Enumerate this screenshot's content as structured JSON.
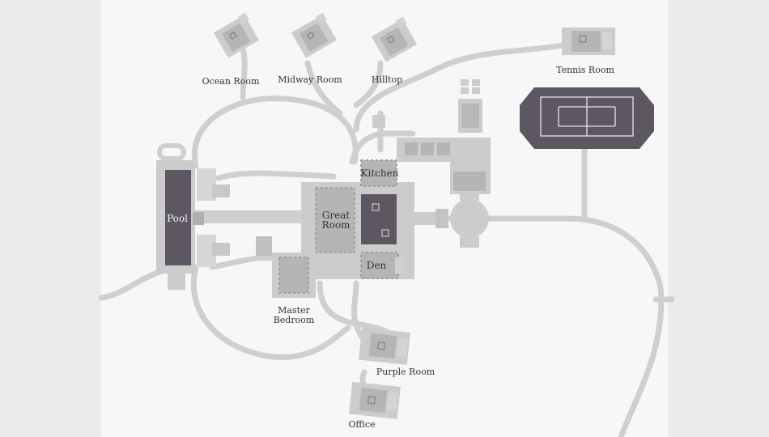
{
  "map": {
    "colors": {
      "page_background": "#ebebeb",
      "map_background": "#f7f7f7",
      "path": "#cfcfcf",
      "building_light": "#cccccc",
      "building_mid": "#aaaaaa",
      "dark_fill": "#5d5761",
      "label_text": "#333333",
      "label_on_dark": "#f2f2f2"
    },
    "labels": {
      "ocean_room": "Ocean Room",
      "midway_room": "Midway Room",
      "hilltop": "Hilltop",
      "tennis_room": "Tennis Room",
      "pool": "Pool",
      "kitchen": "Kitchen",
      "great_room_line1": "Great",
      "great_room_line2": "Room",
      "den": "Den",
      "master_bedroom_line1": "Master",
      "master_bedroom_line2": "Bedroom",
      "purple_room": "Purple Room",
      "office": "Office"
    }
  }
}
